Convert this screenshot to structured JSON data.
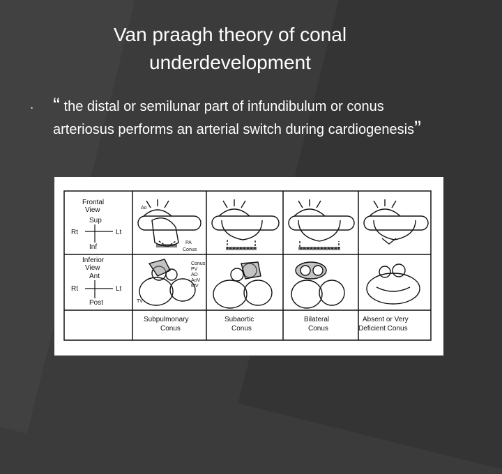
{
  "slide": {
    "title_line1": "Van praagh theory of conal",
    "title_line2": "underdevelopment",
    "bullet_symbol": "•",
    "open_quote": "“",
    "quote_body": " the distal or semilunar part of infundibulum or conus arteriosus performs an arterial switch during cardiogenesis",
    "close_quote": "”"
  },
  "figure": {
    "frontal": {
      "line1": "Frontal",
      "line2": "View",
      "up": "Sup",
      "down": "Inf",
      "left": "Rt",
      "right": "Lt"
    },
    "inferior": {
      "line1": "Inferior",
      "line2": "View",
      "up": "Ant",
      "down": "Post",
      "left": "Rt",
      "right": "Lt"
    },
    "top_labels": {
      "ao": "Ao",
      "pa": "PA",
      "conus": "Conus"
    },
    "bottom_labels": {
      "conus": "Conus",
      "pv": "PV",
      "ad": "AD",
      "aov": "AoV",
      "mv": "MV",
      "tv": "TV"
    },
    "captions": [
      {
        "line1": "Subpulmonary",
        "line2": "Conus"
      },
      {
        "line1": "Subaortic",
        "line2": "Conus"
      },
      {
        "line1": "Bilateral",
        "line2": "Conus"
      },
      {
        "line1": "Absent or Very",
        "line2": "Deficient Conus"
      }
    ]
  }
}
